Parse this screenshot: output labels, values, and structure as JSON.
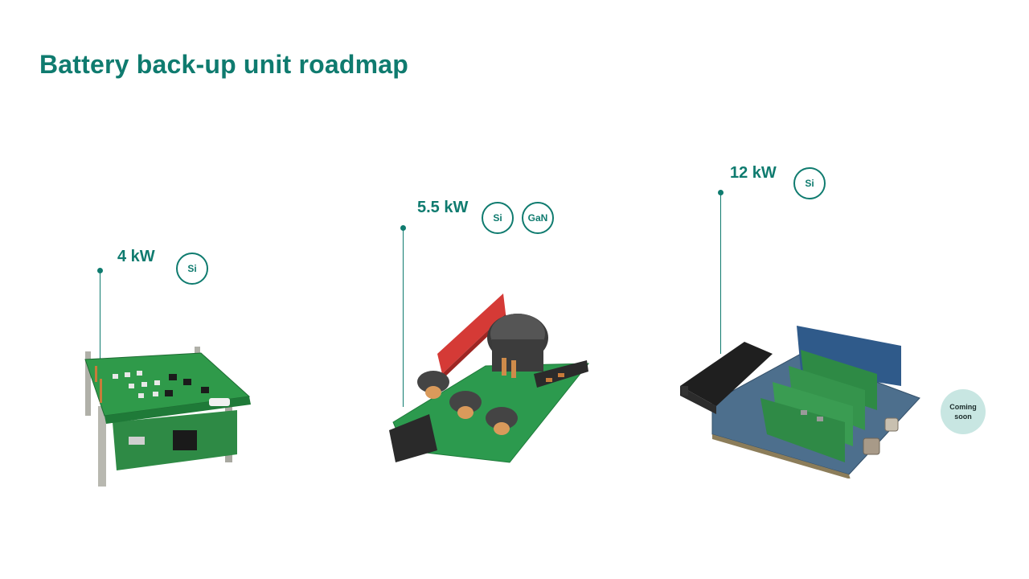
{
  "slide": {
    "title": "Battery back-up unit roadmap"
  },
  "products": [
    {
      "power": "4 kW",
      "badges": [
        "Si"
      ]
    },
    {
      "power": "5.5 kW",
      "badges": [
        "Si",
        "GaN"
      ]
    },
    {
      "power": "12 kW",
      "badges": [
        "Si"
      ],
      "status": "Coming soon"
    }
  ],
  "colors": {
    "accent": "#0f7b6f",
    "soon_bg": "#c8e6e2"
  }
}
